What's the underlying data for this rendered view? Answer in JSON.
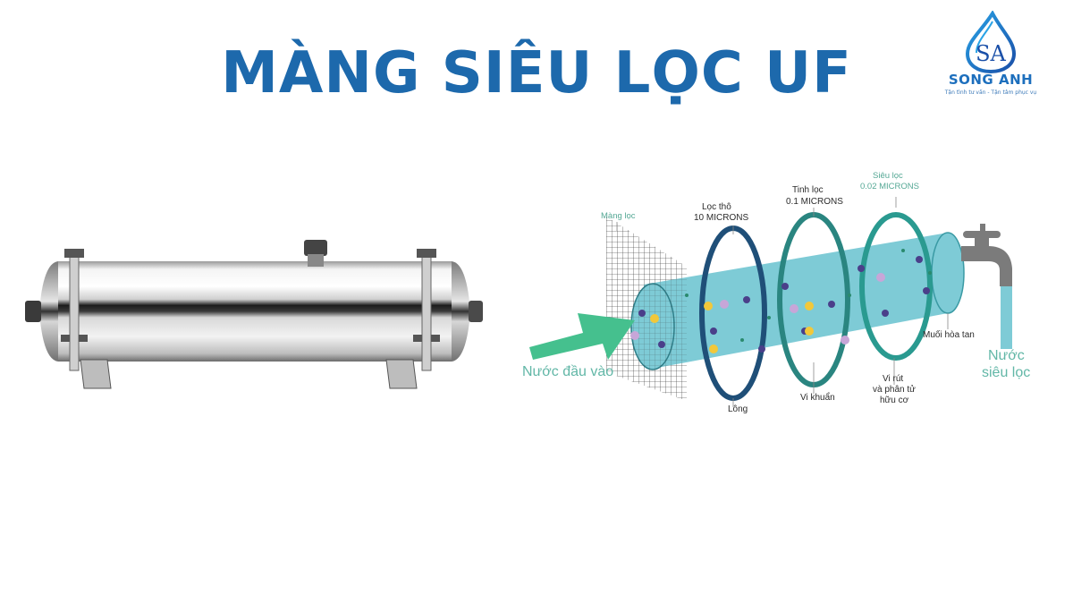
{
  "title": "MÀNG SIÊU LỌC UF",
  "logo": {
    "initials": "SA",
    "name": "SONG ANH",
    "tagline": "Tận tình tư vấn - Tận tâm phục vụ"
  },
  "product_image": {
    "description": "Stainless steel UF membrane housing",
    "icon": "stainless-filter-housing"
  },
  "diagram": {
    "labels": {
      "mang_loc": "Màng lọc",
      "loc_tho": "Lọc thô",
      "loc_tho_size": "10 MICRONS",
      "tinh_loc": "Tinh lọc",
      "tinh_loc_size": "0.1 MICRONS",
      "sieu_loc": "Siêu lọc",
      "sieu_loc_size": "0.02 MICRONS",
      "input_water": "Nước đầu vào",
      "output_water_line1": "Nước",
      "output_water_line2": "siêu lọc",
      "long": "Lông",
      "vi_khuan": "Vi khuẩn",
      "vi_rut_1": "Vi rút",
      "vi_rut_2": "và phân tử",
      "vi_rut_3": "hữu cơ",
      "muoi_hoa_tan": "Muối hòa tan"
    },
    "colors": {
      "title_blue": "#1d69ac",
      "tube": "#7ecbd6",
      "ring1": "#1f4f78",
      "ring2": "#2a8580",
      "ring3": "#2a9a90",
      "arrow": "#45c08e",
      "particle_purple": "#4a3f8a",
      "particle_pink": "#c7a6d8",
      "particle_yellow": "#f2c83a",
      "faucet": "#7b7b7b"
    }
  }
}
